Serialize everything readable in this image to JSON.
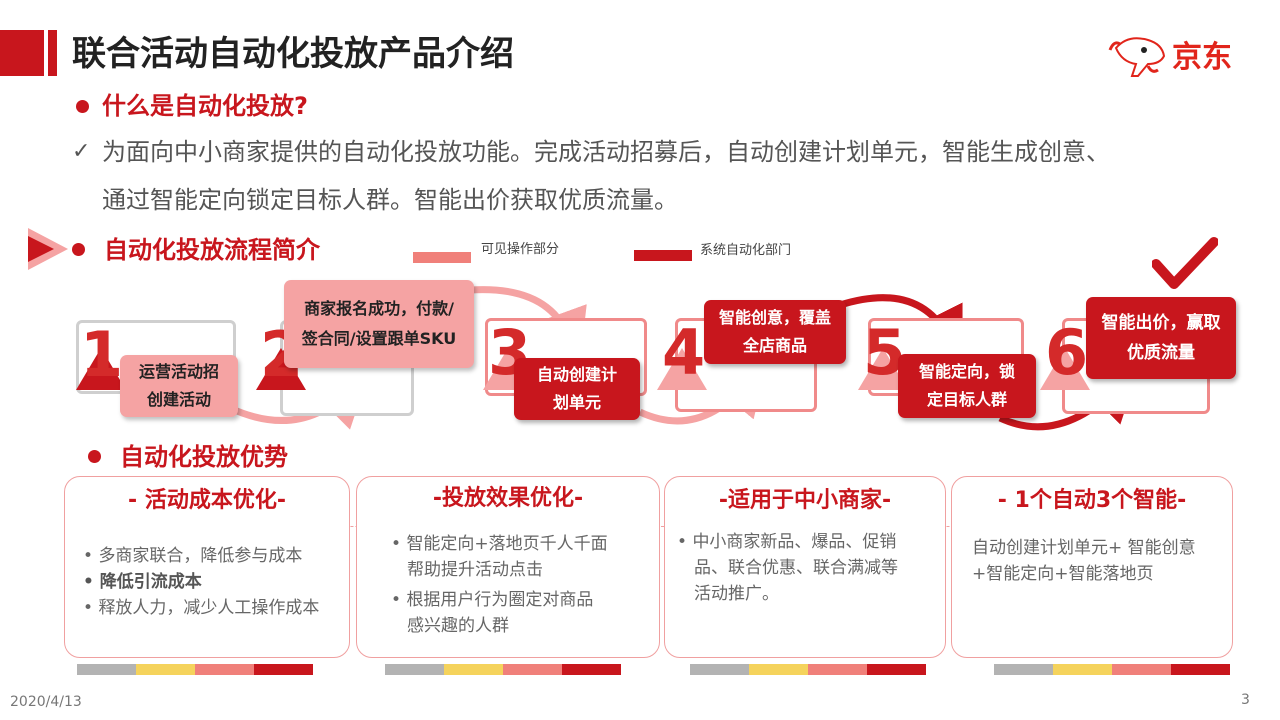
{
  "header": {
    "title": "联合活动自动化投放产品介绍",
    "logo_text": "京东"
  },
  "section1": {
    "heading": "什么是自动化投放?",
    "check_mark": "✓",
    "desc_line1": "为面向中小商家提供的自动化投放功能。完成活动招募后，自动创建计划单元，智能生成创意、",
    "desc_line2": "通过智能定向锁定目标人群。智能出价获取优质流量。"
  },
  "section2": {
    "heading": "自动化投放流程简介",
    "legend": [
      {
        "label": "可见操作部分",
        "color": "#f0807a"
      },
      {
        "label": "系统自动化部门",
        "color": "#c8161d"
      }
    ],
    "steps": [
      {
        "num": "1",
        "line1": "运营活动招",
        "line2": "创建活动",
        "style": "light"
      },
      {
        "num": "2",
        "line1": "商家报名成功，付款/",
        "line2": "签合同/设置跟单SKU",
        "style": "light"
      },
      {
        "num": "3",
        "line1": "自动创建计",
        "line2": "划单元",
        "style": "dark"
      },
      {
        "num": "4",
        "line1": "智能创意，覆盖",
        "line2": "全店商品",
        "style": "dark"
      },
      {
        "num": "5",
        "line1": "智能定向，锁",
        "line2": "定目标人群",
        "style": "dark"
      },
      {
        "num": "6",
        "line1": "智能出价，赢取",
        "line2": "优质流量",
        "style": "dark"
      }
    ]
  },
  "section3": {
    "heading": "自动化投放优势",
    "cards": [
      {
        "title": "- 活动成本优化-",
        "items": [
          {
            "text": "多商家联合，降低参与成本",
            "bullet": true,
            "bold": false
          },
          {
            "text": "降低引流成本",
            "bullet": true,
            "bold": true
          },
          {
            "text": "释放人力，减少人工操作成本",
            "bullet": true,
            "bold": false
          }
        ]
      },
      {
        "title": "-投放效果优化-",
        "items": [
          {
            "text": "智能定向+落地页千人千面",
            "bullet": true,
            "bold": false
          },
          {
            "text": "帮助提升活动点击",
            "bullet": false,
            "bold": false
          },
          {
            "text": " 根据用户行为圈定对商品",
            "bullet": true,
            "bold": false
          },
          {
            "text": "感兴趣的人群",
            "bullet": false,
            "bold": false
          }
        ]
      },
      {
        "title": "-适用于中小商家-",
        "items": [
          {
            "text": "中小商家新品、爆品、促销",
            "bullet": true,
            "bold": false
          },
          {
            "text": "品、联合优惠、联合满减等",
            "bullet": false,
            "bold": false
          },
          {
            "text": "活动推广。",
            "bullet": false,
            "bold": false
          }
        ]
      },
      {
        "title": "- 1个自动3个智能-",
        "items": [
          {
            "text": "自动创建计划单元+ 智能创意",
            "bullet": false,
            "bold": false
          },
          {
            "text": "+智能定向+智能落地页",
            "bullet": false,
            "bold": false
          }
        ]
      }
    ],
    "strip_colors": [
      "#b3b3b3",
      "#f5d35c",
      "#f0807a",
      "#c8161d"
    ]
  },
  "footer": {
    "date": "2020/4/13",
    "page": "3"
  },
  "colors": {
    "brand_red": "#c8161d",
    "light_red": "#f5a3a3",
    "logo_red": "#e1251b"
  }
}
